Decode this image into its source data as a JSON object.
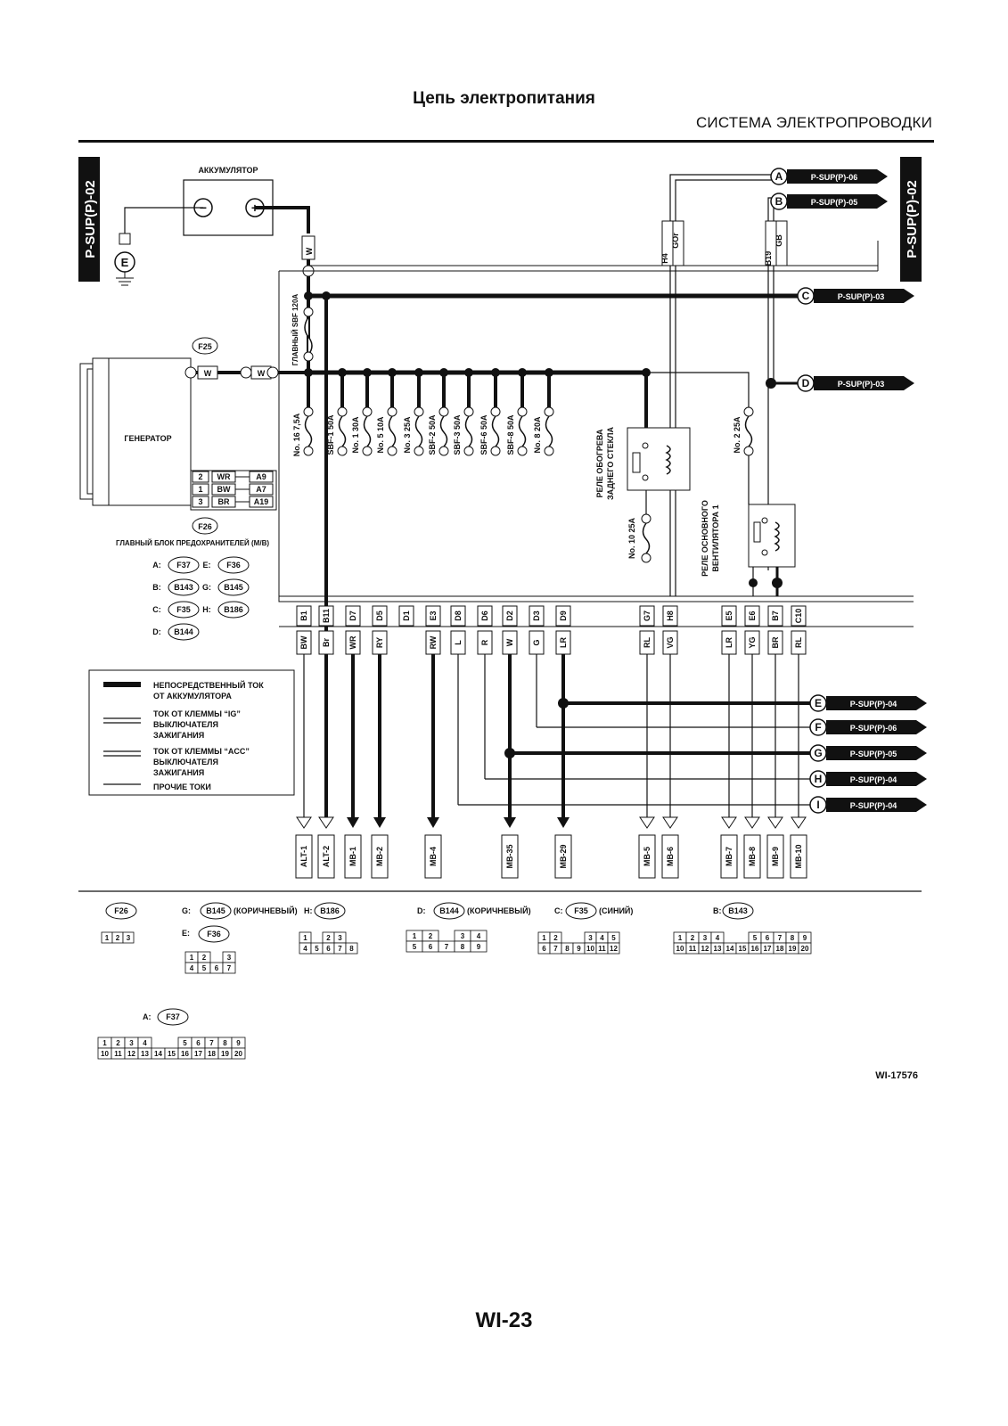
{
  "header": {
    "title": "Цепь электропитания",
    "section": "СИСТЕМА ЭЛЕКТРОПРОВОДКИ"
  },
  "side_tab": "P-SUP(P)-02",
  "components": {
    "battery": "АККУМУЛЯТОР",
    "battery_minus": "−",
    "battery_plus": "+",
    "ground": "E",
    "generator": "ГЕНЕРАТОР",
    "main_fuse_box": "ГЛАВНЫЙ БЛОК ПРЕДОХРАНИТЕЛЕЙ (М/В)",
    "main_fuse": "ГЛАВНЫЙ SBF 120A",
    "rear_defogger_relay": [
      "РЕЛЕ ОБОГРЕВА",
      "ЗАДНЕГО СТЕКЛА"
    ],
    "main_fan_relay": [
      "РЕЛЕ ОСНОВНОГО",
      "ВЕНТИЛЯТОРА 1"
    ]
  },
  "wires": {
    "battery_wire": "W",
    "f25": "F25",
    "f26": "F26",
    "gen_wire": "W",
    "gen_pins": [
      {
        "pin": "2",
        "color": "WR",
        "term": "A9"
      },
      {
        "pin": "1",
        "color": "BW",
        "term": "A7"
      },
      {
        "pin": "3",
        "color": "BR",
        "term": "A19"
      }
    ]
  },
  "fuses": [
    "No. 16 7,5A",
    "SBF-1 50A",
    "No. 1 30A",
    "No. 5 10A",
    "No. 3 25A",
    "SBF-2 50A",
    "SBF-3 50A",
    "SBF-6 50A",
    "SBF-8 50A",
    "No. 8 20A",
    "No. 10 25A",
    "No. 2 25A"
  ],
  "connector_legend": [
    "A:",
    "F37",
    "E:",
    "F36",
    "B:",
    "B143",
    "G:",
    "B145",
    "C:",
    "F35",
    "H:",
    "B186",
    "D:",
    "B144"
  ],
  "terminals": [
    {
      "term": "B1",
      "wire": "BW",
      "dest": "ALT-1"
    },
    {
      "term": "B11",
      "wire": "Br",
      "dest": "ALT-2"
    },
    {
      "term": "D7",
      "wire": "WR",
      "dest": "MB-1"
    },
    {
      "term": "D5",
      "wire": "RY",
      "dest": "MB-2"
    },
    {
      "term": "D1",
      "wire": "",
      "dest": ""
    },
    {
      "term": "E3",
      "wire": "RW",
      "dest": "MB-4"
    },
    {
      "term": "D8",
      "wire": "L",
      "dest": ""
    },
    {
      "term": "D6",
      "wire": "R",
      "dest": ""
    },
    {
      "term": "D2",
      "wire": "W",
      "dest": "MB-35"
    },
    {
      "term": "D3",
      "wire": "G",
      "dest": ""
    },
    {
      "term": "D9",
      "wire": "LR",
      "dest": "MB-29"
    },
    {
      "term": "G7",
      "wire": "RL",
      "dest": "MB-5"
    },
    {
      "term": "H8",
      "wire": "VG",
      "dest": "MB-6"
    },
    {
      "term": "E5",
      "wire": "LR",
      "dest": "MB-7"
    },
    {
      "term": "E6",
      "wire": "YG",
      "dest": "MB-8"
    },
    {
      "term": "B7",
      "wire": "BR",
      "dest": "MB-9"
    },
    {
      "term": "C10",
      "wire": "RL",
      "dest": "MB-10"
    }
  ],
  "top_terms": [
    {
      "term": "H4",
      "wire": "GOr"
    },
    {
      "term": "B19",
      "wire": "GB"
    }
  ],
  "refs": [
    {
      "letter": "A",
      "target": "P-SUP(P)-06"
    },
    {
      "letter": "B",
      "target": "P-SUP(P)-05"
    },
    {
      "letter": "C",
      "target": "P-SUP(P)-03"
    },
    {
      "letter": "D",
      "target": "P-SUP(P)-03"
    },
    {
      "letter": "E",
      "target": "P-SUP(P)-04"
    },
    {
      "letter": "F",
      "target": "P-SUP(P)-06"
    },
    {
      "letter": "G",
      "target": "P-SUP(P)-05"
    },
    {
      "letter": "H",
      "target": "P-SUP(P)-04"
    },
    {
      "letter": "I",
      "target": "P-SUP(P)-04"
    }
  ],
  "legend": [
    "НЕПОСРЕДСТВЕННЫЙ ТОК",
    "ОТ АККУМУЛЯТОРА",
    "ТОК ОТ КЛЕММЫ “IG”",
    "ВЫКЛЮЧАТЕЛЯ",
    "ЗАЖИГАНИЯ",
    "ТОК ОТ КЛЕММЫ “ACC”",
    "ВЫКЛЮЧАТЕЛЯ",
    "ЗАЖИГАНИЯ",
    "ПРОЧИЕ ТОКИ"
  ],
  "connectors_bottom": {
    "f26": "F26",
    "g_label": "G:",
    "b145": "B145",
    "b145_note": "(КОРИЧНЕВЫЙ)",
    "h_label": "H:",
    "b186": "B186",
    "e_label": "E:",
    "f36": "F36",
    "d_label": "D:",
    "b144": "B144",
    "b144_note": "(КОРИЧНЕВЫЙ)",
    "c_label": "C:",
    "f35": "F35",
    "f35_note": "(СИНИЙ)",
    "b_label": "B:",
    "b143": "B143",
    "a_label": "A:",
    "f37": "F37"
  },
  "figure_id": "WI-17576",
  "page_number": "WI-23"
}
